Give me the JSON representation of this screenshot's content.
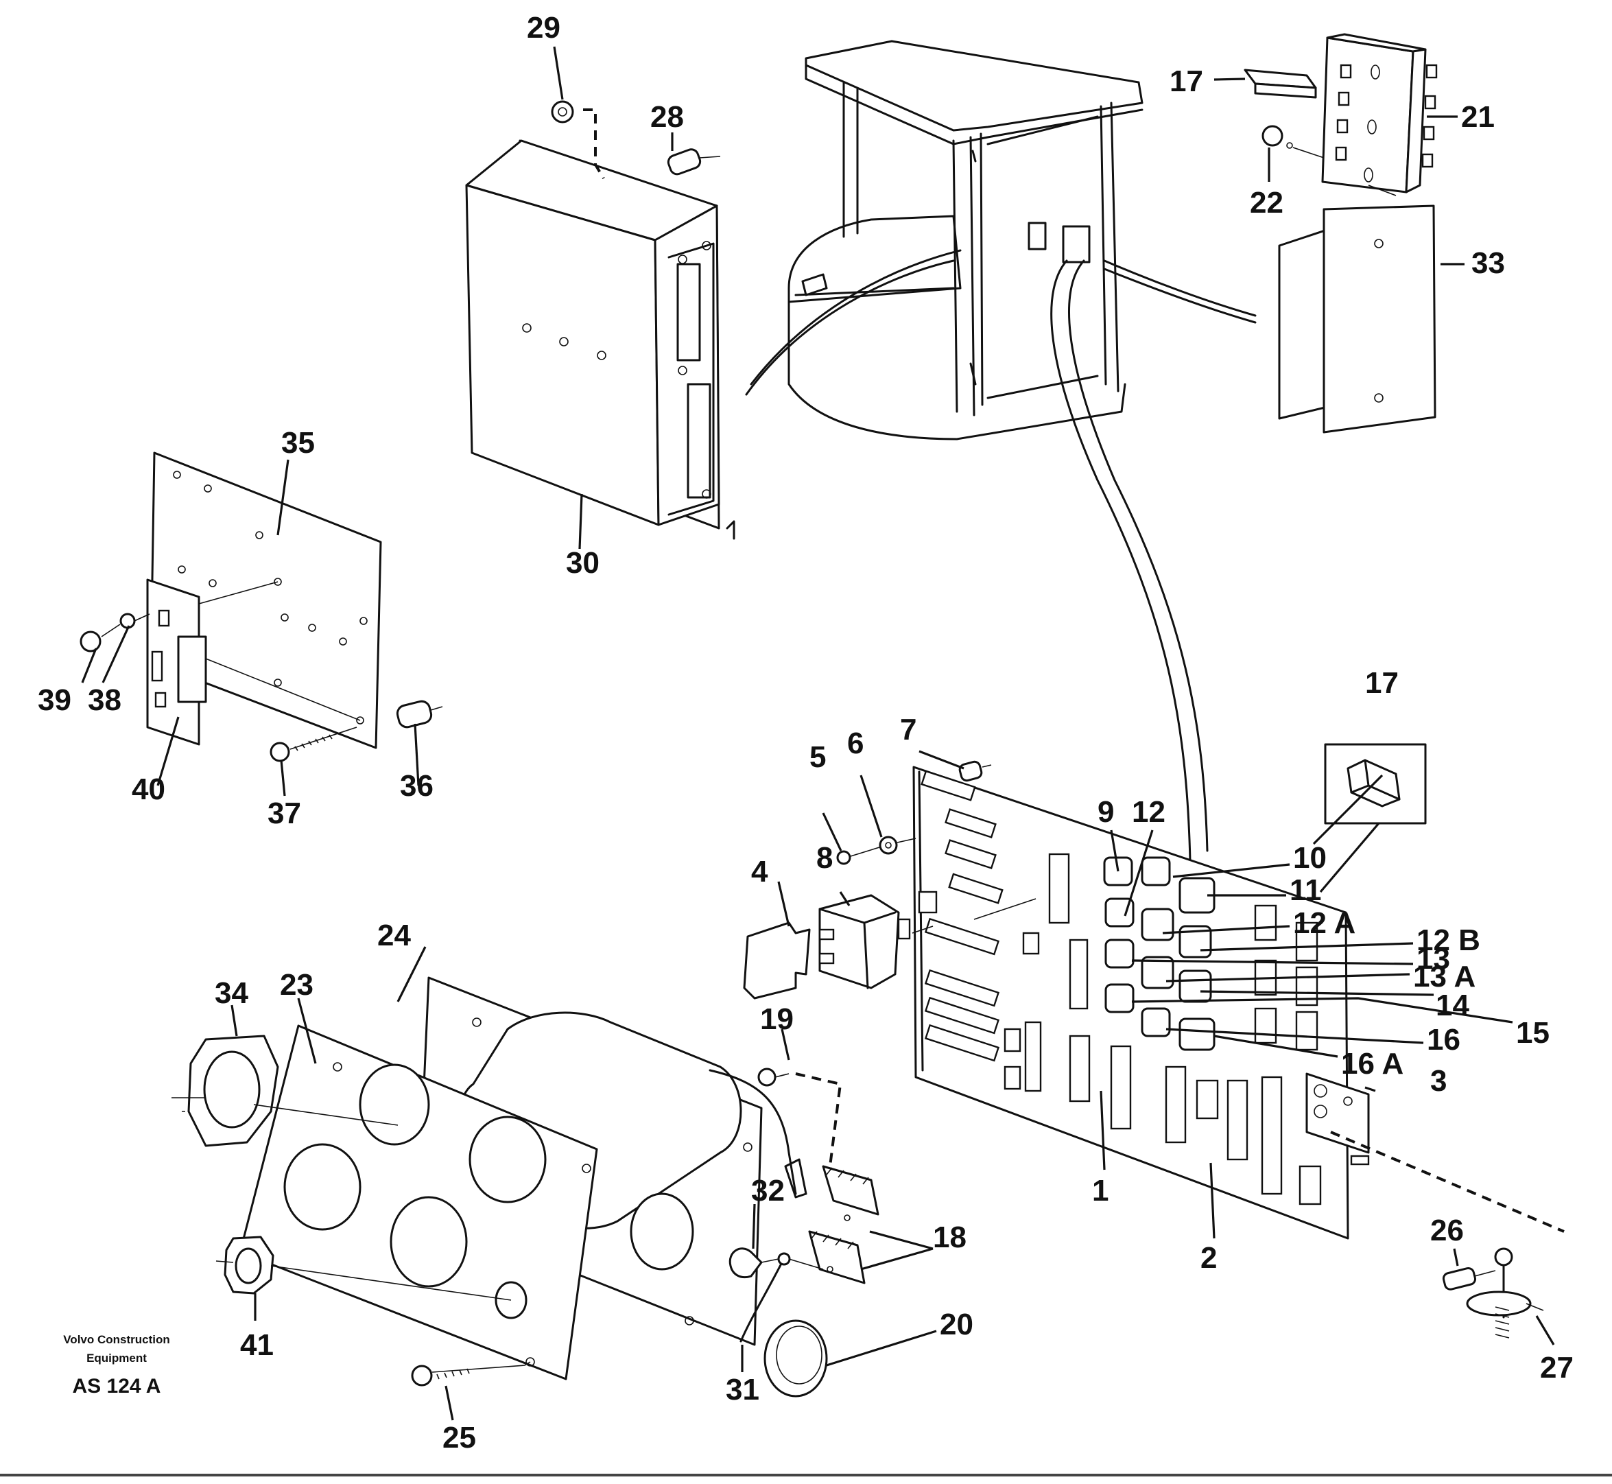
{
  "caption": {
    "line1": "Volvo Construction",
    "line2": "Equipment",
    "code": "AS 124 A"
  },
  "parts": {
    "p1": "1",
    "p2": "2",
    "p3": "3",
    "p4": "4",
    "p5": "5",
    "p6": "6",
    "p7": "7",
    "p8": "8",
    "p9": "9",
    "p10": "10",
    "p11": "11",
    "p12": "12",
    "p12a": "12 A",
    "p12b": "12 B",
    "p13": "13",
    "p13a": "13 A",
    "p14": "14",
    "p15": "15",
    "p16": "16",
    "p16a": "16 A",
    "p17_top": "17",
    "p17_mid": "17",
    "p18": "18",
    "p19": "19",
    "p20": "20",
    "p21": "21",
    "p22": "22",
    "p23": "23",
    "p24": "24",
    "p25": "25",
    "p26": "26",
    "p27": "27",
    "p28": "28",
    "p29": "29",
    "p30": "30",
    "p31": "31",
    "p32": "32",
    "p33": "33",
    "p34": "34",
    "p35": "35",
    "p36": "36",
    "p37": "37",
    "p38": "38",
    "p39": "39",
    "p40": "40",
    "p41": "41"
  }
}
